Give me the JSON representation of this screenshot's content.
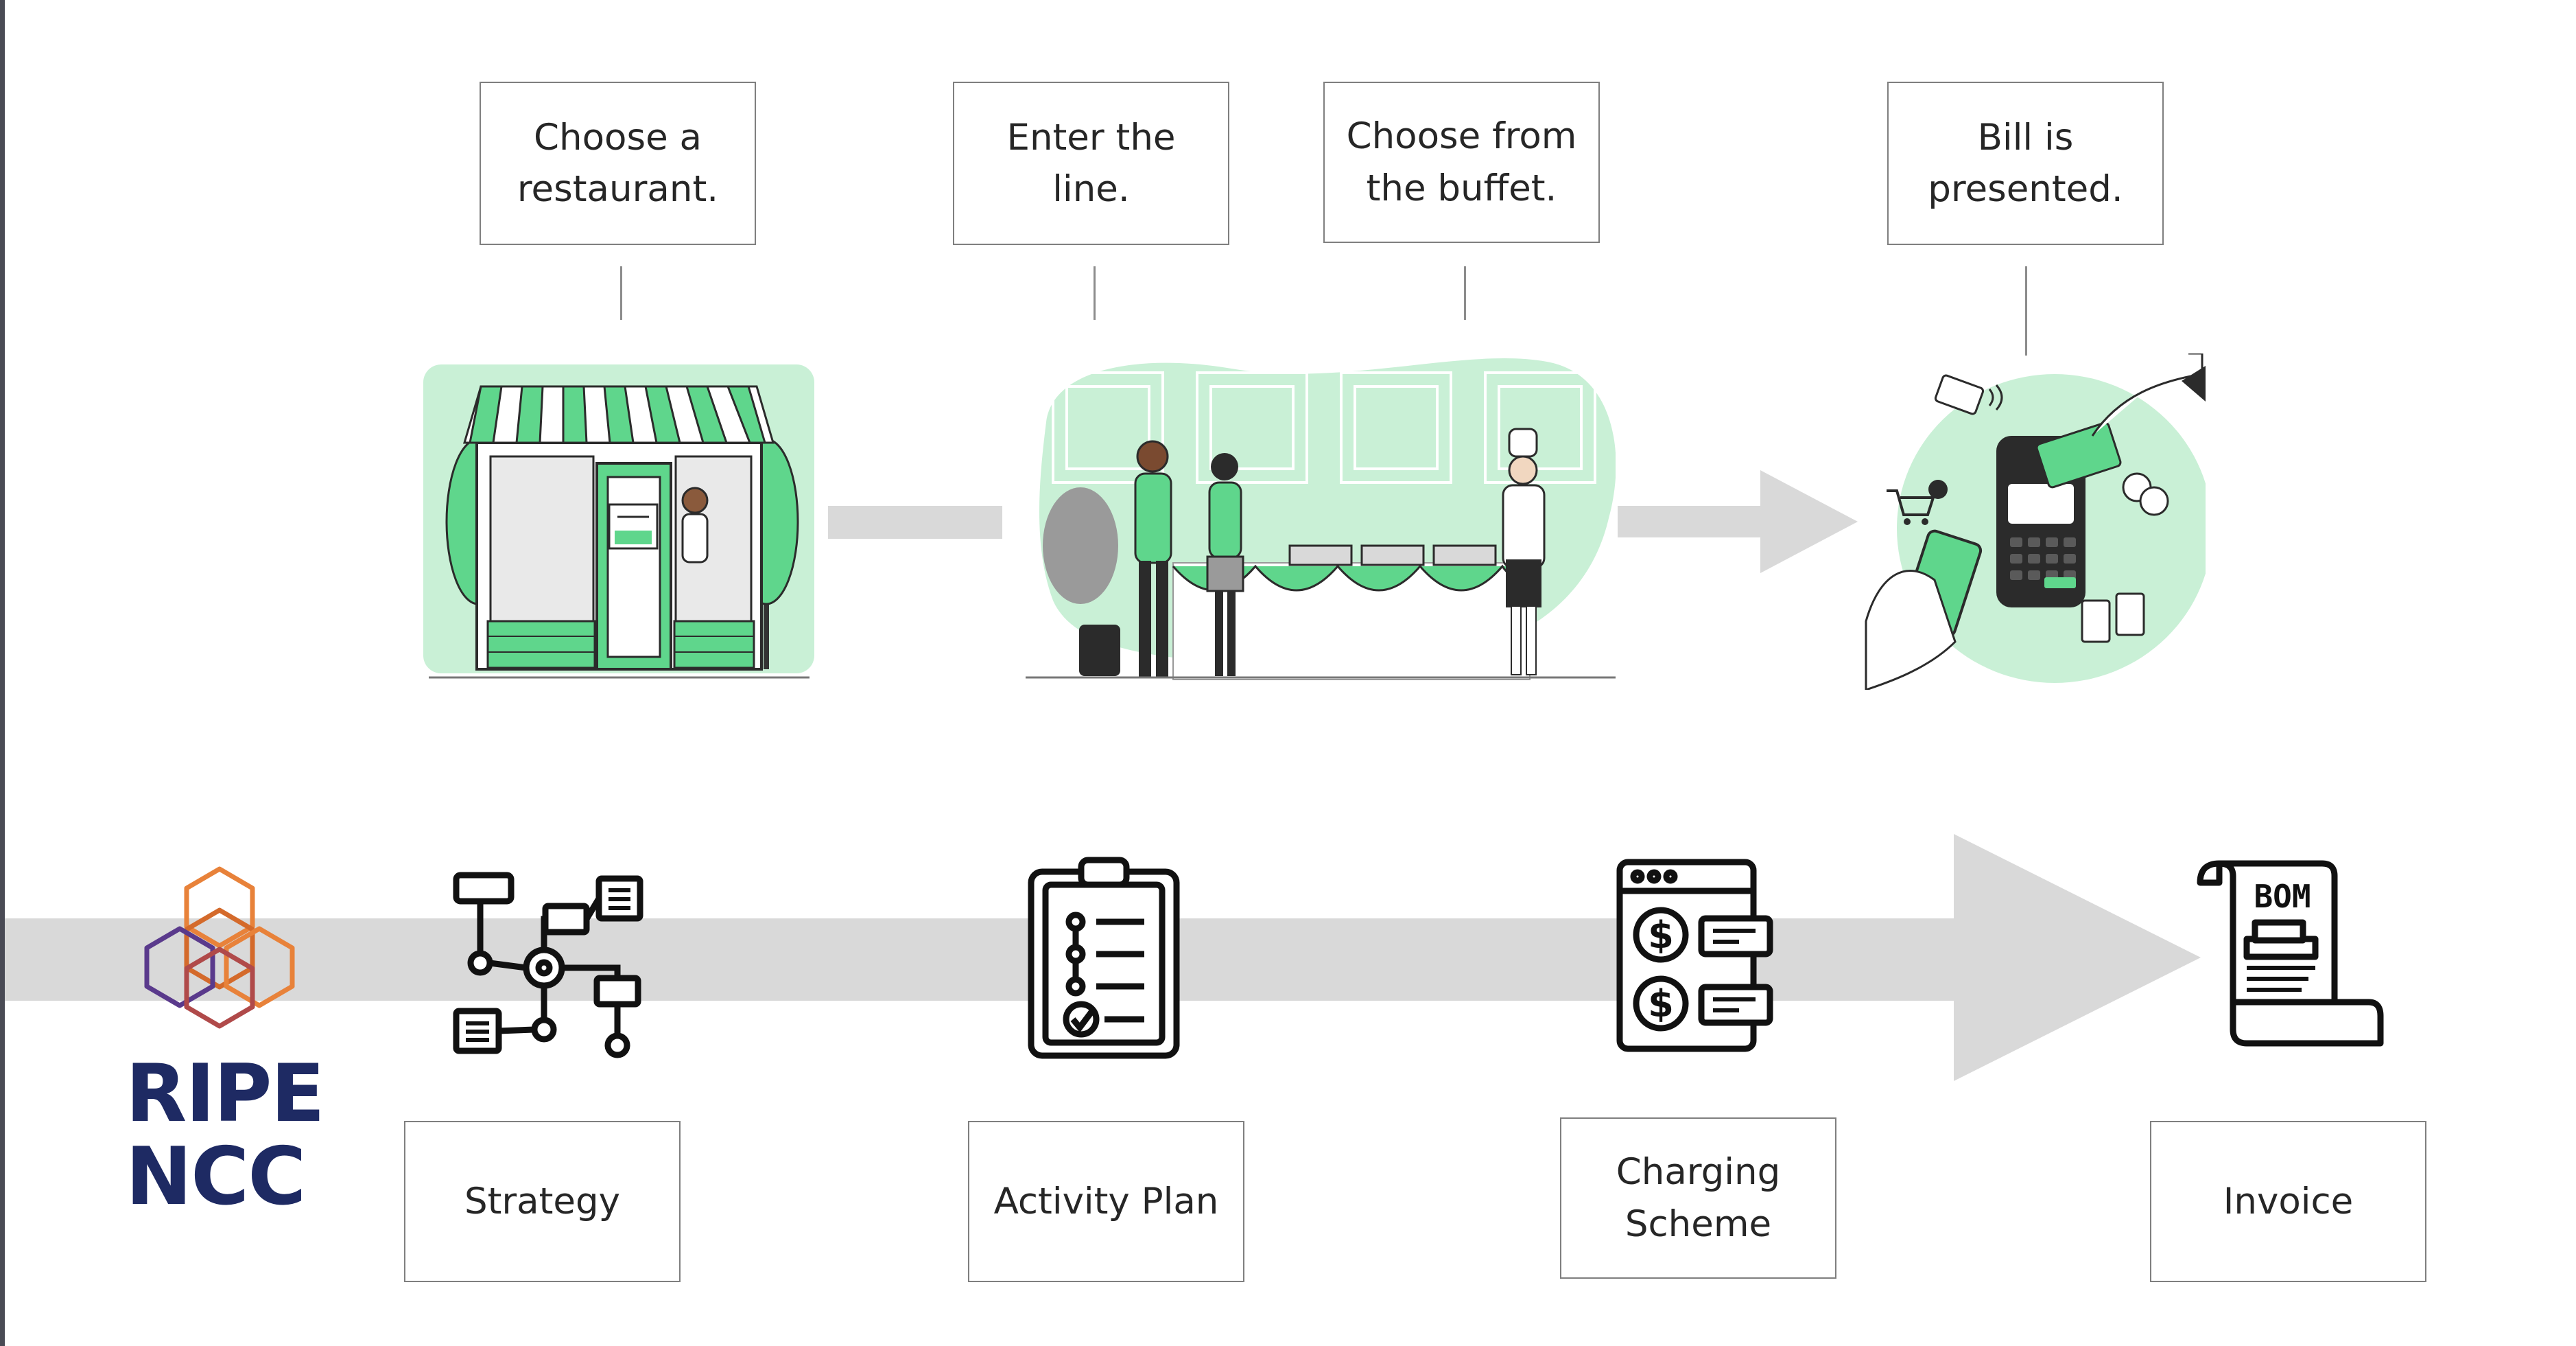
{
  "analogy_steps": [
    {
      "text": "Choose a\nrestaurant.",
      "icon": "storefront-icon"
    },
    {
      "text": "Enter the\nline.",
      "icon": "queue-icon"
    },
    {
      "text": "Choose from\nthe buffet.",
      "icon": "buffet-icon"
    },
    {
      "text": "Bill is\npresented.",
      "icon": "payment-terminal-icon"
    }
  ],
  "process_steps": [
    {
      "label": "Strategy",
      "icon": "flowchart-icon"
    },
    {
      "label": "Activity Plan",
      "icon": "clipboard-checklist-icon"
    },
    {
      "label": "Charging\nScheme",
      "icon": "pricing-page-icon"
    },
    {
      "label": "Invoice",
      "icon": "bom-receipt-icon"
    }
  ],
  "logo": {
    "line1": "RIPE",
    "line2": "NCC",
    "icon": "ripe-ncc-logo-icon"
  },
  "colors": {
    "accent_green": "#5fd68c",
    "light_green": "#c9f0d6",
    "band_gray": "#d9d9d9",
    "logo_navy": "#1e2a63",
    "logo_orange": "#e8823a",
    "logo_purple": "#5a3a8c"
  }
}
